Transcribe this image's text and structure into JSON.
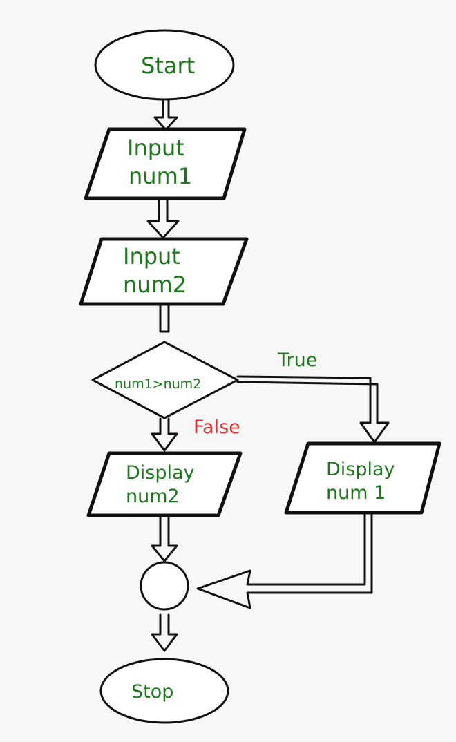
{
  "diagram": {
    "nodes": [
      {
        "id": "start",
        "shape": "ellipse",
        "lines": [
          "Start"
        ]
      },
      {
        "id": "input1",
        "shape": "parallelogram",
        "lines": [
          "Input",
          "num1"
        ]
      },
      {
        "id": "input2",
        "shape": "parallelogram",
        "lines": [
          "Input",
          "num2"
        ]
      },
      {
        "id": "decision",
        "shape": "diamond",
        "lines": [
          "num1>num2"
        ]
      },
      {
        "id": "display2",
        "shape": "parallelogram",
        "lines": [
          "Display",
          "num2"
        ]
      },
      {
        "id": "display1",
        "shape": "parallelogram",
        "lines": [
          "Display",
          "num 1"
        ]
      },
      {
        "id": "join",
        "shape": "circle",
        "lines": []
      },
      {
        "id": "stop",
        "shape": "ellipse",
        "lines": [
          "Stop"
        ]
      }
    ],
    "edges": [
      {
        "from": "start",
        "to": "input1",
        "label": ""
      },
      {
        "from": "input1",
        "to": "input2",
        "label": ""
      },
      {
        "from": "input2",
        "to": "decision",
        "label": ""
      },
      {
        "from": "decision",
        "to": "display1",
        "label": "True"
      },
      {
        "from": "decision",
        "to": "display2",
        "label": "False"
      },
      {
        "from": "display2",
        "to": "join",
        "label": ""
      },
      {
        "from": "display1",
        "to": "join",
        "label": ""
      },
      {
        "from": "join",
        "to": "stop",
        "label": ""
      }
    ],
    "colors": {
      "text": "#1a7a1a",
      "false_label": "#e03030",
      "stroke": "#111111",
      "fill": "#ffffff",
      "background": "#f6f7f6"
    }
  }
}
